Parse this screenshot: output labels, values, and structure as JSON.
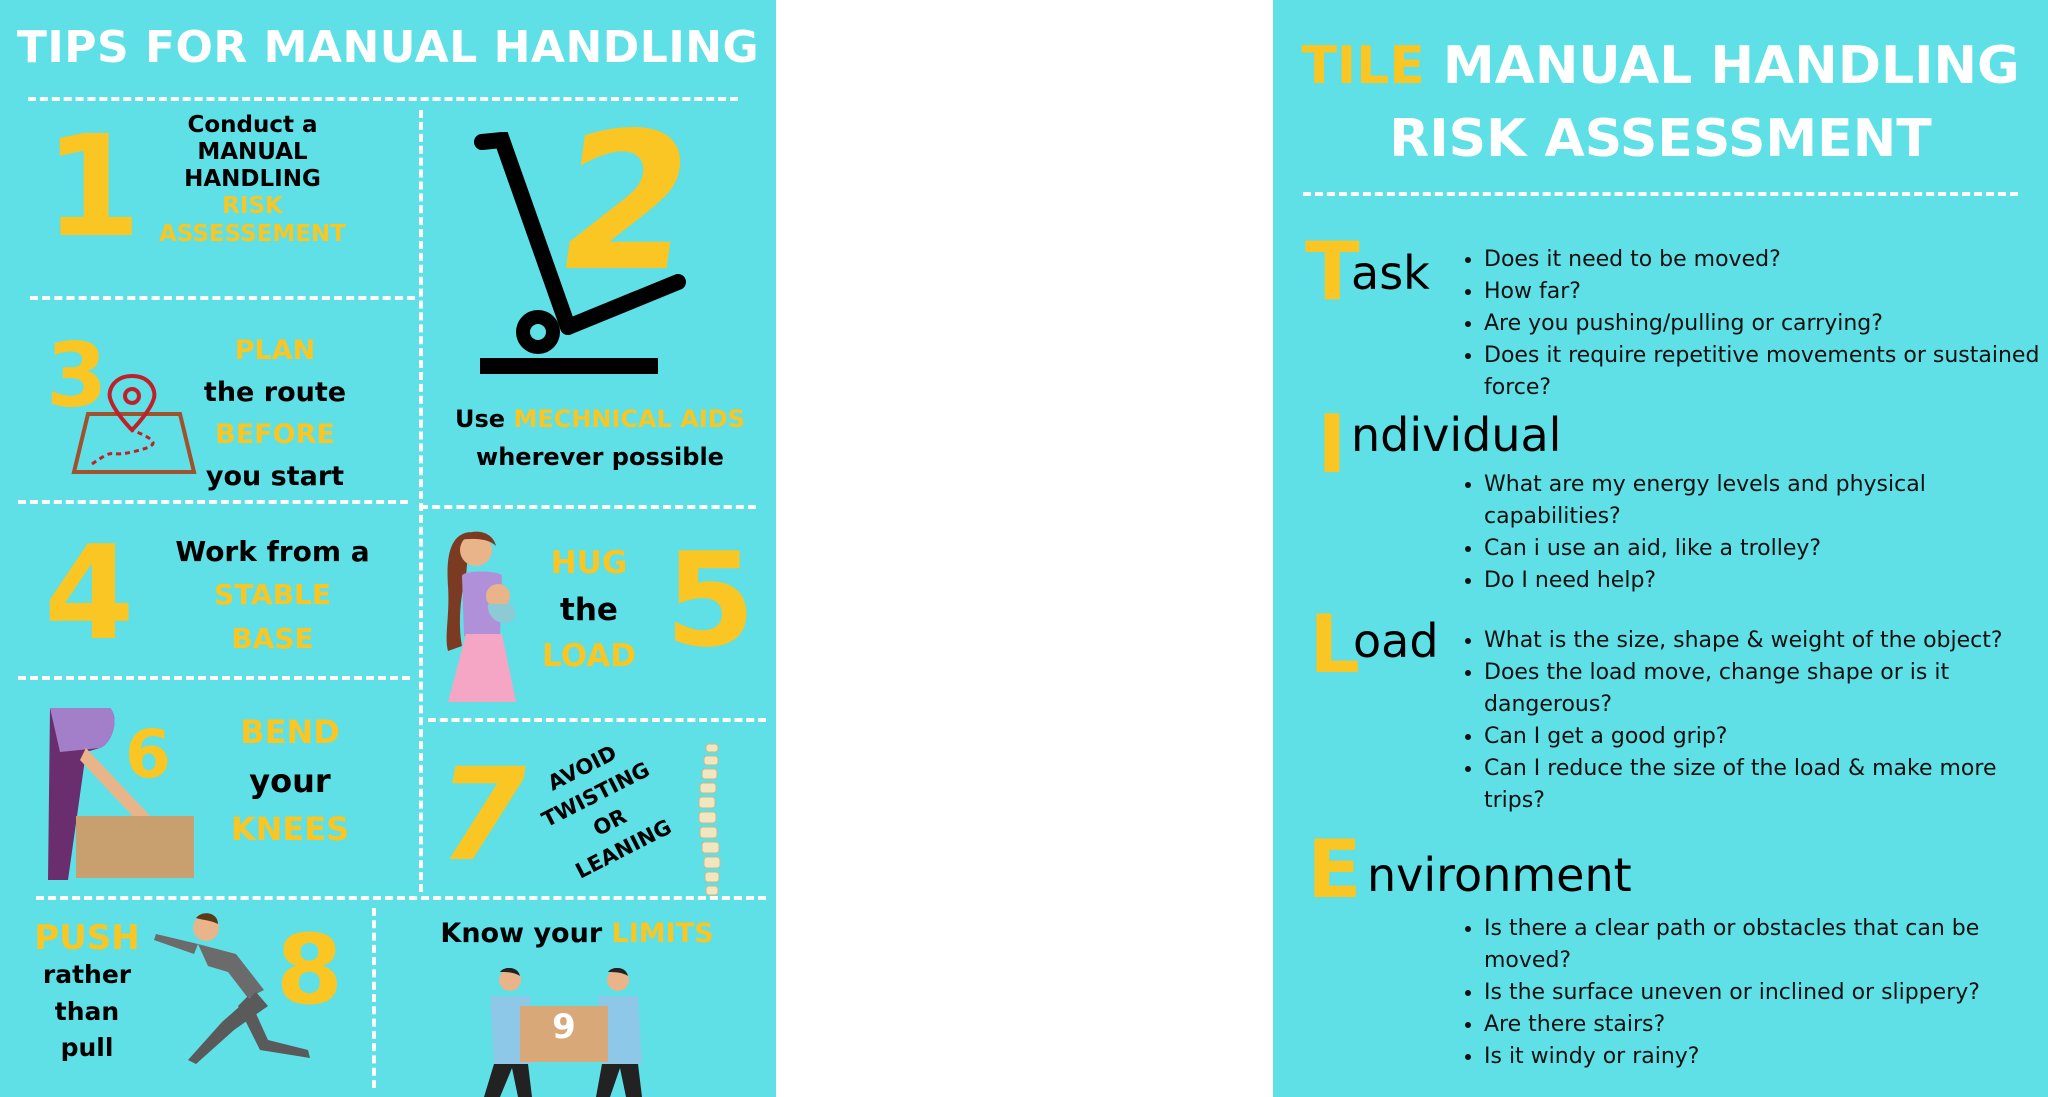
{
  "left": {
    "title": "TIPS FOR MANUAL HANDLING",
    "tip1": {
      "num": "1",
      "l1": "Conduct a",
      "l2": "MANUAL",
      "l3": "HANDLING",
      "l4": "RISK",
      "l5": "ASSESSEMENT"
    },
    "tip2": {
      "num": "2",
      "pre": "Use",
      "hl": "MECHNICAL AIDS",
      "l2": "wherever possible"
    },
    "tip3": {
      "num": "3",
      "l1": "PLAN",
      "l2": "the route",
      "l3": "BEFORE",
      "l4": "you start"
    },
    "tip4": {
      "num": "4",
      "l1": "Work from a",
      "l2": "STABLE",
      "l3": "BASE"
    },
    "tip5": {
      "num": "5",
      "l1": "HUG",
      "l2": "the",
      "l3": "LOAD"
    },
    "tip6": {
      "num": "6",
      "l1": "BEND",
      "l2": "your",
      "l3": "KNEES"
    },
    "tip7": {
      "num": "7",
      "l1": "AVOID",
      "l2": "TWISTING",
      "l3": "OR",
      "l4": "LEANING"
    },
    "tip8": {
      "num": "8",
      "l1": "PUSH",
      "l2": "rather",
      "l3": "than",
      "l4": "pull"
    },
    "tip9": {
      "num": "9",
      "pre": "Know your",
      "hl": "LIMITS"
    }
  },
  "right": {
    "title_y": "TILE",
    "title_w1": "MANUAL HANDLING",
    "title_w2": "RISK ASSESSMENT",
    "sections": [
      {
        "letter": "T",
        "rest": "ask",
        "items": [
          "Does it need to be moved?",
          "How far?",
          "Are you pushing/pulling or carrying?",
          "Does it require repetitive movements or sustained force?"
        ]
      },
      {
        "letter": "I",
        "rest": "ndividual",
        "items": [
          "What are my energy levels and physical capabilities?",
          "Can i use an aid, like a trolley?",
          "Do I need help?"
        ]
      },
      {
        "letter": "L",
        "rest": "oad",
        "items": [
          "What is the size, shape & weight of the object?",
          "Does the load move, change shape or is it dangerous?",
          "Can I get a good grip?",
          "Can I reduce the size of the load & make more trips?"
        ]
      },
      {
        "letter": "E",
        "rest": "nvironment",
        "items": [
          "Is there a clear path or obstacles that can be moved?",
          "Is the surface uneven or inclined or slippery?",
          "Are there stairs?",
          "Is it windy or rainy?"
        ]
      }
    ]
  },
  "colors": {
    "panel": "#5ee0e6",
    "accent": "#f9c623",
    "text": "#000000",
    "white": "#ffffff"
  }
}
